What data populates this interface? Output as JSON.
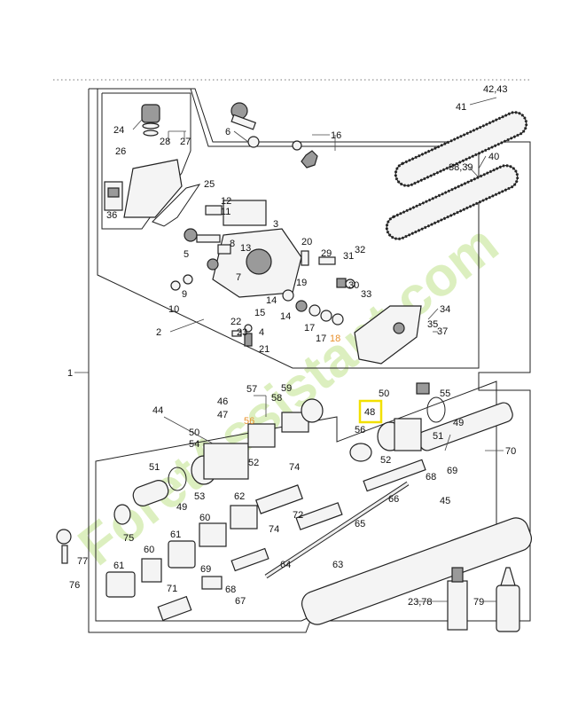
{
  "diagram": {
    "highlight_color": "#f2e000",
    "watermark": {
      "text": "ForetAssistant.com",
      "colors": [
        "#c9e79b",
        "#f1c38d",
        "#d8cbbf"
      ]
    },
    "callouts": [
      {
        "id": "c1",
        "text": "1"
      },
      {
        "id": "c2",
        "text": "2"
      },
      {
        "id": "c3",
        "text": "3"
      },
      {
        "id": "c4",
        "text": "4"
      },
      {
        "id": "c5",
        "text": "5"
      },
      {
        "id": "c6",
        "text": "6"
      },
      {
        "id": "c7",
        "text": "7"
      },
      {
        "id": "c8",
        "text": "8"
      },
      {
        "id": "c9",
        "text": "9"
      },
      {
        "id": "c10",
        "text": "10"
      },
      {
        "id": "c11",
        "text": "11"
      },
      {
        "id": "c12",
        "text": "12"
      },
      {
        "id": "c13",
        "text": "13"
      },
      {
        "id": "c14a",
        "text": "14"
      },
      {
        "id": "c14b",
        "text": "14"
      },
      {
        "id": "c15",
        "text": "15"
      },
      {
        "id": "c16",
        "text": "16"
      },
      {
        "id": "c17a",
        "text": "17"
      },
      {
        "id": "c17b",
        "text": "17"
      },
      {
        "id": "c18",
        "text": "18"
      },
      {
        "id": "c19",
        "text": "19"
      },
      {
        "id": "c20",
        "text": "20"
      },
      {
        "id": "c21",
        "text": "21"
      },
      {
        "id": "c22",
        "text": "22"
      },
      {
        "id": "c23",
        "text": "23"
      },
      {
        "id": "c24",
        "text": "24"
      },
      {
        "id": "c25",
        "text": "25"
      },
      {
        "id": "c26",
        "text": "26"
      },
      {
        "id": "c27",
        "text": "27"
      },
      {
        "id": "c28",
        "text": "28"
      },
      {
        "id": "c29",
        "text": "29"
      },
      {
        "id": "c30",
        "text": "30"
      },
      {
        "id": "c31",
        "text": "31"
      },
      {
        "id": "c32",
        "text": "32"
      },
      {
        "id": "c33",
        "text": "33"
      },
      {
        "id": "c34",
        "text": "34"
      },
      {
        "id": "c35",
        "text": "35"
      },
      {
        "id": "c36",
        "text": "36"
      },
      {
        "id": "c37",
        "text": "37"
      },
      {
        "id": "c38",
        "text": "38,39"
      },
      {
        "id": "c40",
        "text": "40"
      },
      {
        "id": "c41",
        "text": "41"
      },
      {
        "id": "c42",
        "text": "42,43"
      },
      {
        "id": "c44",
        "text": "44"
      },
      {
        "id": "c45",
        "text": "45"
      },
      {
        "id": "c46",
        "text": "46"
      },
      {
        "id": "c47",
        "text": "47"
      },
      {
        "id": "c48",
        "text": "48"
      },
      {
        "id": "c49a",
        "text": "49"
      },
      {
        "id": "c49b",
        "text": "49"
      },
      {
        "id": "c50a",
        "text": "50"
      },
      {
        "id": "c50b",
        "text": "50"
      },
      {
        "id": "c51a",
        "text": "51"
      },
      {
        "id": "c51b",
        "text": "51"
      },
      {
        "id": "c52a",
        "text": "52"
      },
      {
        "id": "c52b",
        "text": "52"
      },
      {
        "id": "c53",
        "text": "53"
      },
      {
        "id": "c54",
        "text": "54"
      },
      {
        "id": "c55",
        "text": "55"
      },
      {
        "id": "c56a",
        "text": "56"
      },
      {
        "id": "c56b",
        "text": "56"
      },
      {
        "id": "c57",
        "text": "57"
      },
      {
        "id": "c58",
        "text": "58"
      },
      {
        "id": "c59",
        "text": "59"
      },
      {
        "id": "c60a",
        "text": "60"
      },
      {
        "id": "c60b",
        "text": "60"
      },
      {
        "id": "c61a",
        "text": "61"
      },
      {
        "id": "c61b",
        "text": "61"
      },
      {
        "id": "c62",
        "text": "62"
      },
      {
        "id": "c63",
        "text": "63"
      },
      {
        "id": "c64",
        "text": "64"
      },
      {
        "id": "c65",
        "text": "65"
      },
      {
        "id": "c66",
        "text": "66"
      },
      {
        "id": "c67",
        "text": "67"
      },
      {
        "id": "c68a",
        "text": "68"
      },
      {
        "id": "c68b",
        "text": "68"
      },
      {
        "id": "c69a",
        "text": "69"
      },
      {
        "id": "c69b",
        "text": "69"
      },
      {
        "id": "c70",
        "text": "70"
      },
      {
        "id": "c71",
        "text": "71"
      },
      {
        "id": "c72",
        "text": "72"
      },
      {
        "id": "c74a",
        "text": "74"
      },
      {
        "id": "c74b",
        "text": "74"
      },
      {
        "id": "c75",
        "text": "75"
      },
      {
        "id": "c76",
        "text": "76"
      },
      {
        "id": "c77",
        "text": "77"
      },
      {
        "id": "c2378",
        "text": "23,78"
      },
      {
        "id": "c79",
        "text": "79"
      }
    ]
  }
}
